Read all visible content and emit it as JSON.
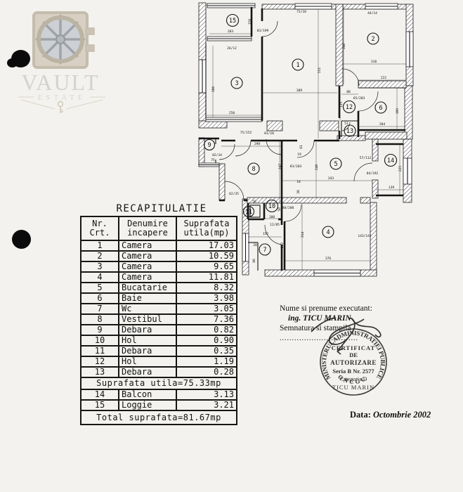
{
  "logo": {
    "brand": "VAULT",
    "sub": "ESTATE"
  },
  "table": {
    "title": "RECAPITULATIE",
    "headers": {
      "c1a": "Nr.",
      "c1b": "Crt.",
      "c2a": "Denumire",
      "c2b": "incapere",
      "c3a": "Suprafata",
      "c3b": "utila(mp)"
    },
    "rows": [
      {
        "nr": "1",
        "name": "Camera",
        "area": "17.03"
      },
      {
        "nr": "2",
        "name": "Camera",
        "area": "10.59"
      },
      {
        "nr": "3",
        "name": "Camera",
        "area": "9.65"
      },
      {
        "nr": "4",
        "name": "Camera",
        "area": "11.81"
      },
      {
        "nr": "5",
        "name": "Bucatarie",
        "area": "8.32"
      },
      {
        "nr": "6",
        "name": "Baie",
        "area": "3.98"
      },
      {
        "nr": "7",
        "name": "Wc",
        "area": "3.05"
      },
      {
        "nr": "8",
        "name": "Vestibul",
        "area": "7.36"
      },
      {
        "nr": "9",
        "name": "Debara",
        "area": "0.82"
      },
      {
        "nr": "10",
        "name": "Hol",
        "area": "0.90"
      },
      {
        "nr": "11",
        "name": "Debara",
        "area": "0.35"
      },
      {
        "nr": "12",
        "name": "Hol",
        "area": "1.19"
      },
      {
        "nr": "13",
        "name": "Debara",
        "area": "0.28"
      }
    ],
    "subtotal": "Suprafata utila=75.33mp",
    "rows2": [
      {
        "nr": "14",
        "name": "Balcon",
        "area": "3.13"
      },
      {
        "nr": "15",
        "name": "Loggie",
        "area": "3.21"
      }
    ],
    "total": "Total suprafata=81.67mp"
  },
  "executant": {
    "line1": "Nume si prenume executant:",
    "line2": "ing. TICU MARIN",
    "line3": "Semnatura si stampila",
    "dots": "................................",
    "date_label": "Data:",
    "date_value": "Octombrie 2002"
  },
  "stamp": {
    "ring": "MINISTERUL ADMINISTRATIEI PUBLICE",
    "bottom": "ONCGC",
    "l1": "CERTIFICAT",
    "l2": "DE",
    "l3": "AUTORIZARE",
    "l4": "Seria B Nr. 2577",
    "l5": "Categoria D",
    "l6": "TICU MARIN"
  },
  "plan": {
    "rooms": [
      "1",
      "2",
      "3",
      "4",
      "5",
      "6",
      "7",
      "8",
      "9",
      "10",
      "11",
      "12",
      "13",
      "14",
      "15"
    ],
    "dims": [
      "203",
      "158",
      "83/199",
      "72/18",
      "309",
      "551",
      "44/14",
      "348",
      "310",
      "222",
      "26/12",
      "386",
      "250",
      "88",
      "65/203",
      "135",
      "51",
      "195",
      "204",
      "75/152",
      "81/18",
      "298",
      "247",
      "82/34",
      "75",
      "61",
      "19",
      "83/203",
      "18",
      "38",
      "248",
      "343",
      "57/112",
      "84/192",
      "225",
      "139",
      "62/35",
      "58",
      "50",
      "80/200",
      "100",
      "12/85",
      "152",
      "212",
      "20",
      "86",
      "314",
      "376",
      "143/141"
    ]
  }
}
